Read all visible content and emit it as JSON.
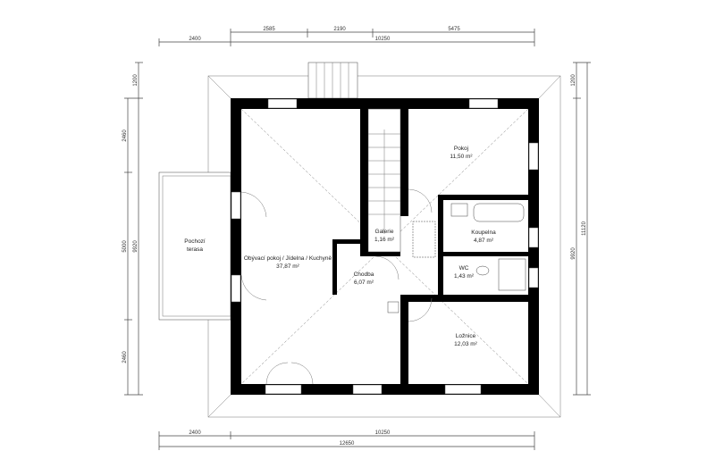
{
  "dimensions": {
    "top_row1": [
      "2585",
      "2190",
      "5475"
    ],
    "top_row2": [
      "2400",
      "10250"
    ],
    "left_inner": [
      "2460",
      "5000",
      "2460"
    ],
    "left_outer": [
      "1200",
      "9920"
    ],
    "right_inner": [
      "1200",
      "9920"
    ],
    "right_outer": "11120",
    "bottom_row1": [
      "2400",
      "10250"
    ],
    "bottom_row2": "12650"
  },
  "rooms": [
    {
      "name": "Pochozí",
      "name2": "terasa",
      "area": ""
    },
    {
      "name": "Obývací pokoj / Jídelna / Kuchyně",
      "area": "37,87 m²"
    },
    {
      "name": "Galerie",
      "area": "1,16 m²"
    },
    {
      "name": "Chodba",
      "area": "6,07 m²"
    },
    {
      "name": "Pokoj",
      "area": "11,50 m²"
    },
    {
      "name": "Koupelna",
      "area": "4,87 m²"
    },
    {
      "name": "WC",
      "area": "1,43 m²"
    },
    {
      "name": "Ložnice",
      "area": "12,03 m²"
    }
  ]
}
